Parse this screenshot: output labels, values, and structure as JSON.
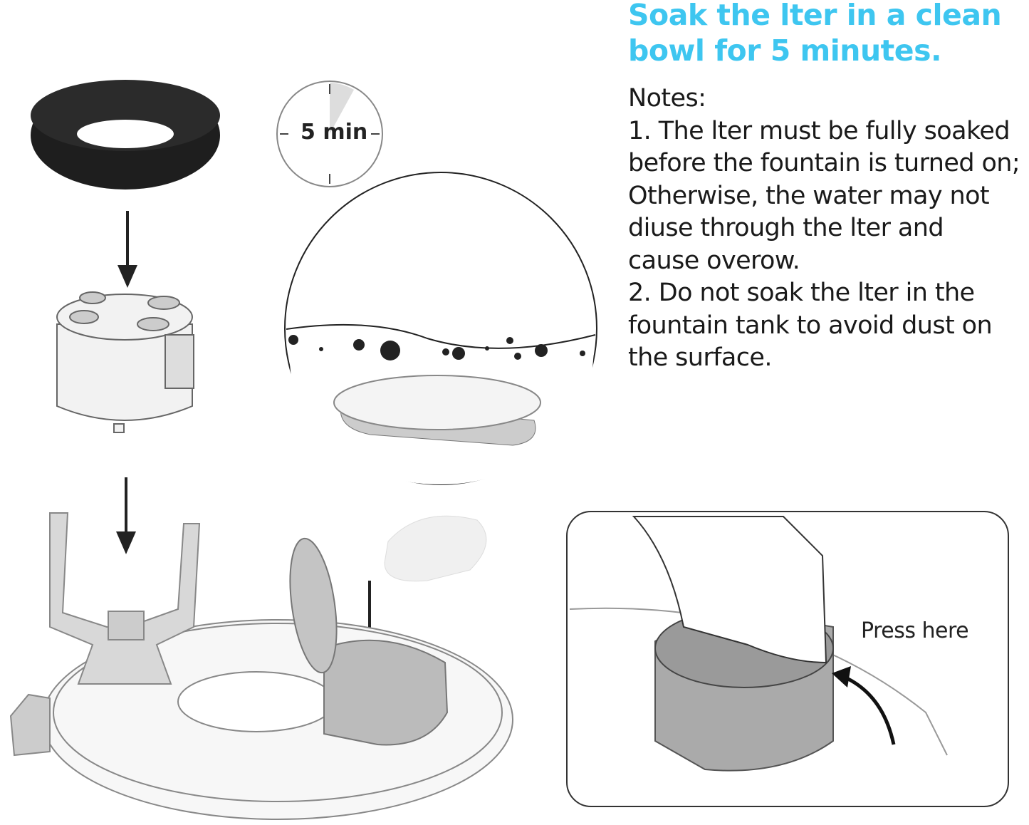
{
  "title": {
    "lines": [
      "Soak the lter in a clean",
      "bowl for 5 minutes."
    ],
    "color": "#3ec6f0"
  },
  "notes": {
    "lines": [
      "Notes:",
      "1. The lter must be fully soaked",
      "before the fountain is turned on;",
      "Otherwise, the water may not",
      "diuse through the lter and",
      "cause overow.",
      "2. Do not soak the lter in the",
      "fountain tank to avoid dust on",
      "the surface."
    ]
  },
  "timer": {
    "label": "5 min"
  },
  "callout": {
    "label": "Press here"
  }
}
